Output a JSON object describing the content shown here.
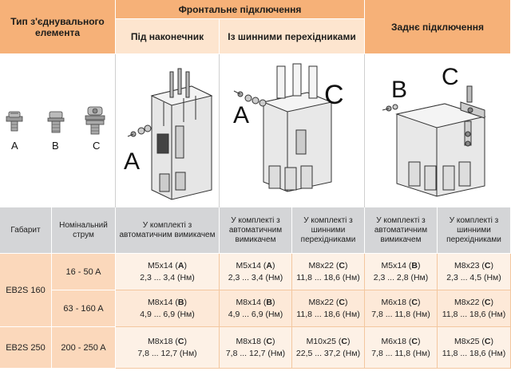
{
  "header": {
    "connection_type": "Тип з'єднувального елемента",
    "front_connection": "Фронтальне підключення",
    "under_lug": "Під наконечник",
    "with_bus_adapters": "Із шинними перехідниками",
    "rear_connection": "Заднє підключення"
  },
  "images": {
    "fasteners_labels": [
      "A",
      "B",
      "C"
    ],
    "front_lug_label": "A",
    "front_bus_labels": [
      "A",
      "C"
    ],
    "rear_labels": [
      "B",
      "C"
    ]
  },
  "columns": {
    "size": "Габарит",
    "rated_current": "Номінальний струм",
    "c1": "У комплекті з автоматичним вимикачем",
    "c2": "У комплекті з автоматичним вимикачем",
    "c3": "У комплекті з шинними перехідниками",
    "c4": "У комплекті з автоматичним вимикачем",
    "c5": "У комплекті з шинними перехідниками"
  },
  "rows": [
    {
      "size": "EB2S 160",
      "current": "16 - 50 A",
      "cells": [
        {
          "screw": "M5x14",
          "code": "A",
          "torque": "2,3 ... 3,4 (Нм)"
        },
        {
          "screw": "M5x14",
          "code": "A",
          "torque": "2,3 ... 3,4 (Нм)"
        },
        {
          "screw": "M8x22",
          "code": "C",
          "torque": "11,8 ... 18,6 (Нм)"
        },
        {
          "screw": "M5x14",
          "code": "B",
          "torque": "2,3 ... 2,8 (Нм)"
        },
        {
          "screw": "M8x23",
          "code": "C",
          "torque": "2,3 ... 4,5 (Нм)"
        }
      ]
    },
    {
      "size": "",
      "current": "63 - 160 A",
      "cells": [
        {
          "screw": "M8x14",
          "code": "B",
          "torque": "4,9 ... 6,9 (Нм)"
        },
        {
          "screw": "M8x14",
          "code": "B",
          "torque": "4,9 ... 6,9 (Нм)"
        },
        {
          "screw": "M8x22",
          "code": "C",
          "torque": "11,8 ... 18,6 (Нм)"
        },
        {
          "screw": "M6x18",
          "code": "C",
          "torque": "7,8 ... 11,8 (Нм)"
        },
        {
          "screw": "M8x22",
          "code": "C",
          "torque": "11,8 ... 18,6 (Нм)"
        }
      ]
    },
    {
      "size": "EB2S 250",
      "current": "200 - 250 A",
      "cells": [
        {
          "screw": "M8x18",
          "code": "C",
          "torque": "7,8 ... 12,7 (Нм)"
        },
        {
          "screw": "M8x18",
          "code": "C",
          "torque": "7,8 ... 12,7 (Нм)"
        },
        {
          "screw": "M10x25",
          "code": "C",
          "torque": "22,5 ... 37,2 (Нм)"
        },
        {
          "screw": "M6x18",
          "code": "C",
          "torque": "7,8 ... 11,8 (Нм)"
        },
        {
          "screw": "M8x25",
          "code": "C",
          "torque": "11,8 ... 18,6 (Нм)"
        }
      ]
    }
  ]
}
